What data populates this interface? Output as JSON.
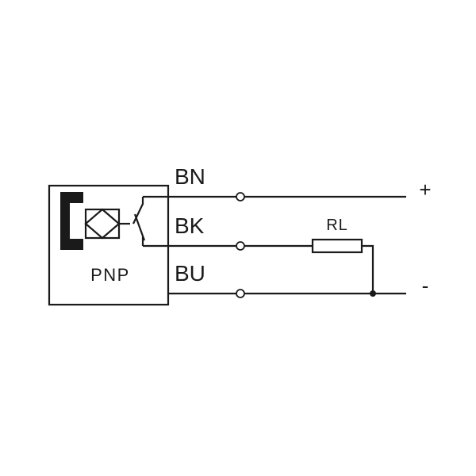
{
  "sensor": {
    "type_label": "PNP",
    "face_icon": "sensor-face-icon",
    "coil_icon": "inductive-coil-icon",
    "switch_icon": "switch-contact-icon"
  },
  "wires": {
    "brown_label": "BN",
    "black_label": "BK",
    "blue_label": "BU"
  },
  "load": {
    "label": "RL",
    "icon": "resistor-icon"
  },
  "supply": {
    "positive_label": "+",
    "negative_label": "-"
  },
  "colors": {
    "line": "#1a1a1a",
    "background": "#ffffff"
  }
}
